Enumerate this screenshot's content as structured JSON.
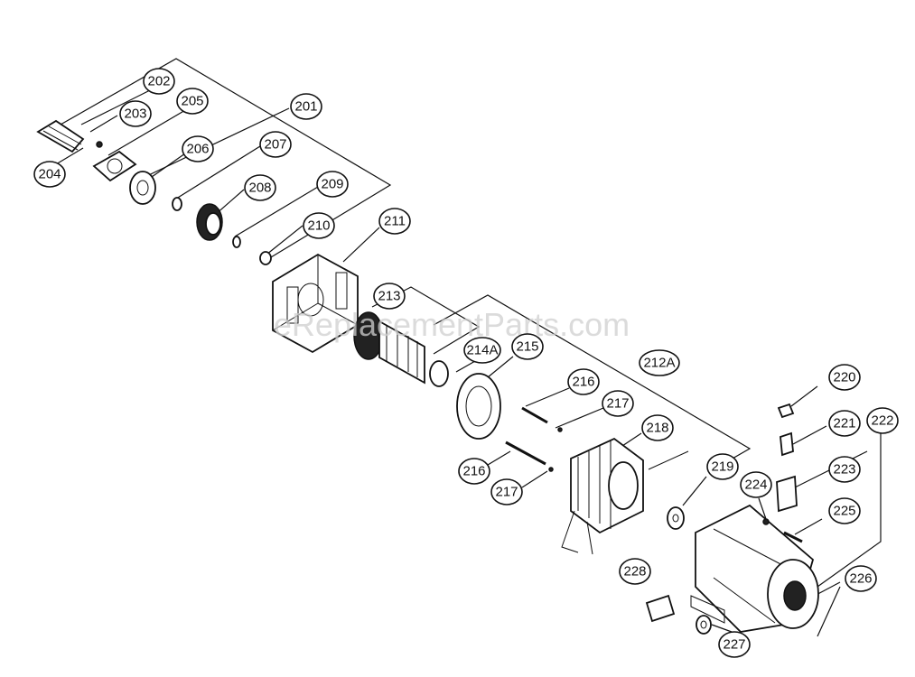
{
  "watermark": "eReplacementParts.com",
  "callouts": [
    {
      "id": "c202",
      "text": "202"
    },
    {
      "id": "c203",
      "text": "203"
    },
    {
      "id": "c204",
      "text": "204"
    },
    {
      "id": "c205",
      "text": "205"
    },
    {
      "id": "c201",
      "text": "201"
    },
    {
      "id": "c206",
      "text": "206"
    },
    {
      "id": "c207",
      "text": "207"
    },
    {
      "id": "c208",
      "text": "208"
    },
    {
      "id": "c209",
      "text": "209"
    },
    {
      "id": "c210",
      "text": "210"
    },
    {
      "id": "c211",
      "text": "211"
    },
    {
      "id": "c213",
      "text": "213"
    },
    {
      "id": "c214a",
      "text": "214A"
    },
    {
      "id": "c215",
      "text": "215"
    },
    {
      "id": "c212a",
      "text": "212A"
    },
    {
      "id": "c216a",
      "text": "216"
    },
    {
      "id": "c217a",
      "text": "217"
    },
    {
      "id": "c218",
      "text": "218"
    },
    {
      "id": "c216b",
      "text": "216"
    },
    {
      "id": "c217b",
      "text": "217"
    },
    {
      "id": "c219",
      "text": "219"
    },
    {
      "id": "c220",
      "text": "220"
    },
    {
      "id": "c221",
      "text": "221"
    },
    {
      "id": "c222",
      "text": "222"
    },
    {
      "id": "c223",
      "text": "223"
    },
    {
      "id": "c224",
      "text": "224"
    },
    {
      "id": "c225",
      "text": "225"
    },
    {
      "id": "c226",
      "text": "226"
    },
    {
      "id": "c228",
      "text": "228"
    },
    {
      "id": "c227",
      "text": "227"
    }
  ]
}
